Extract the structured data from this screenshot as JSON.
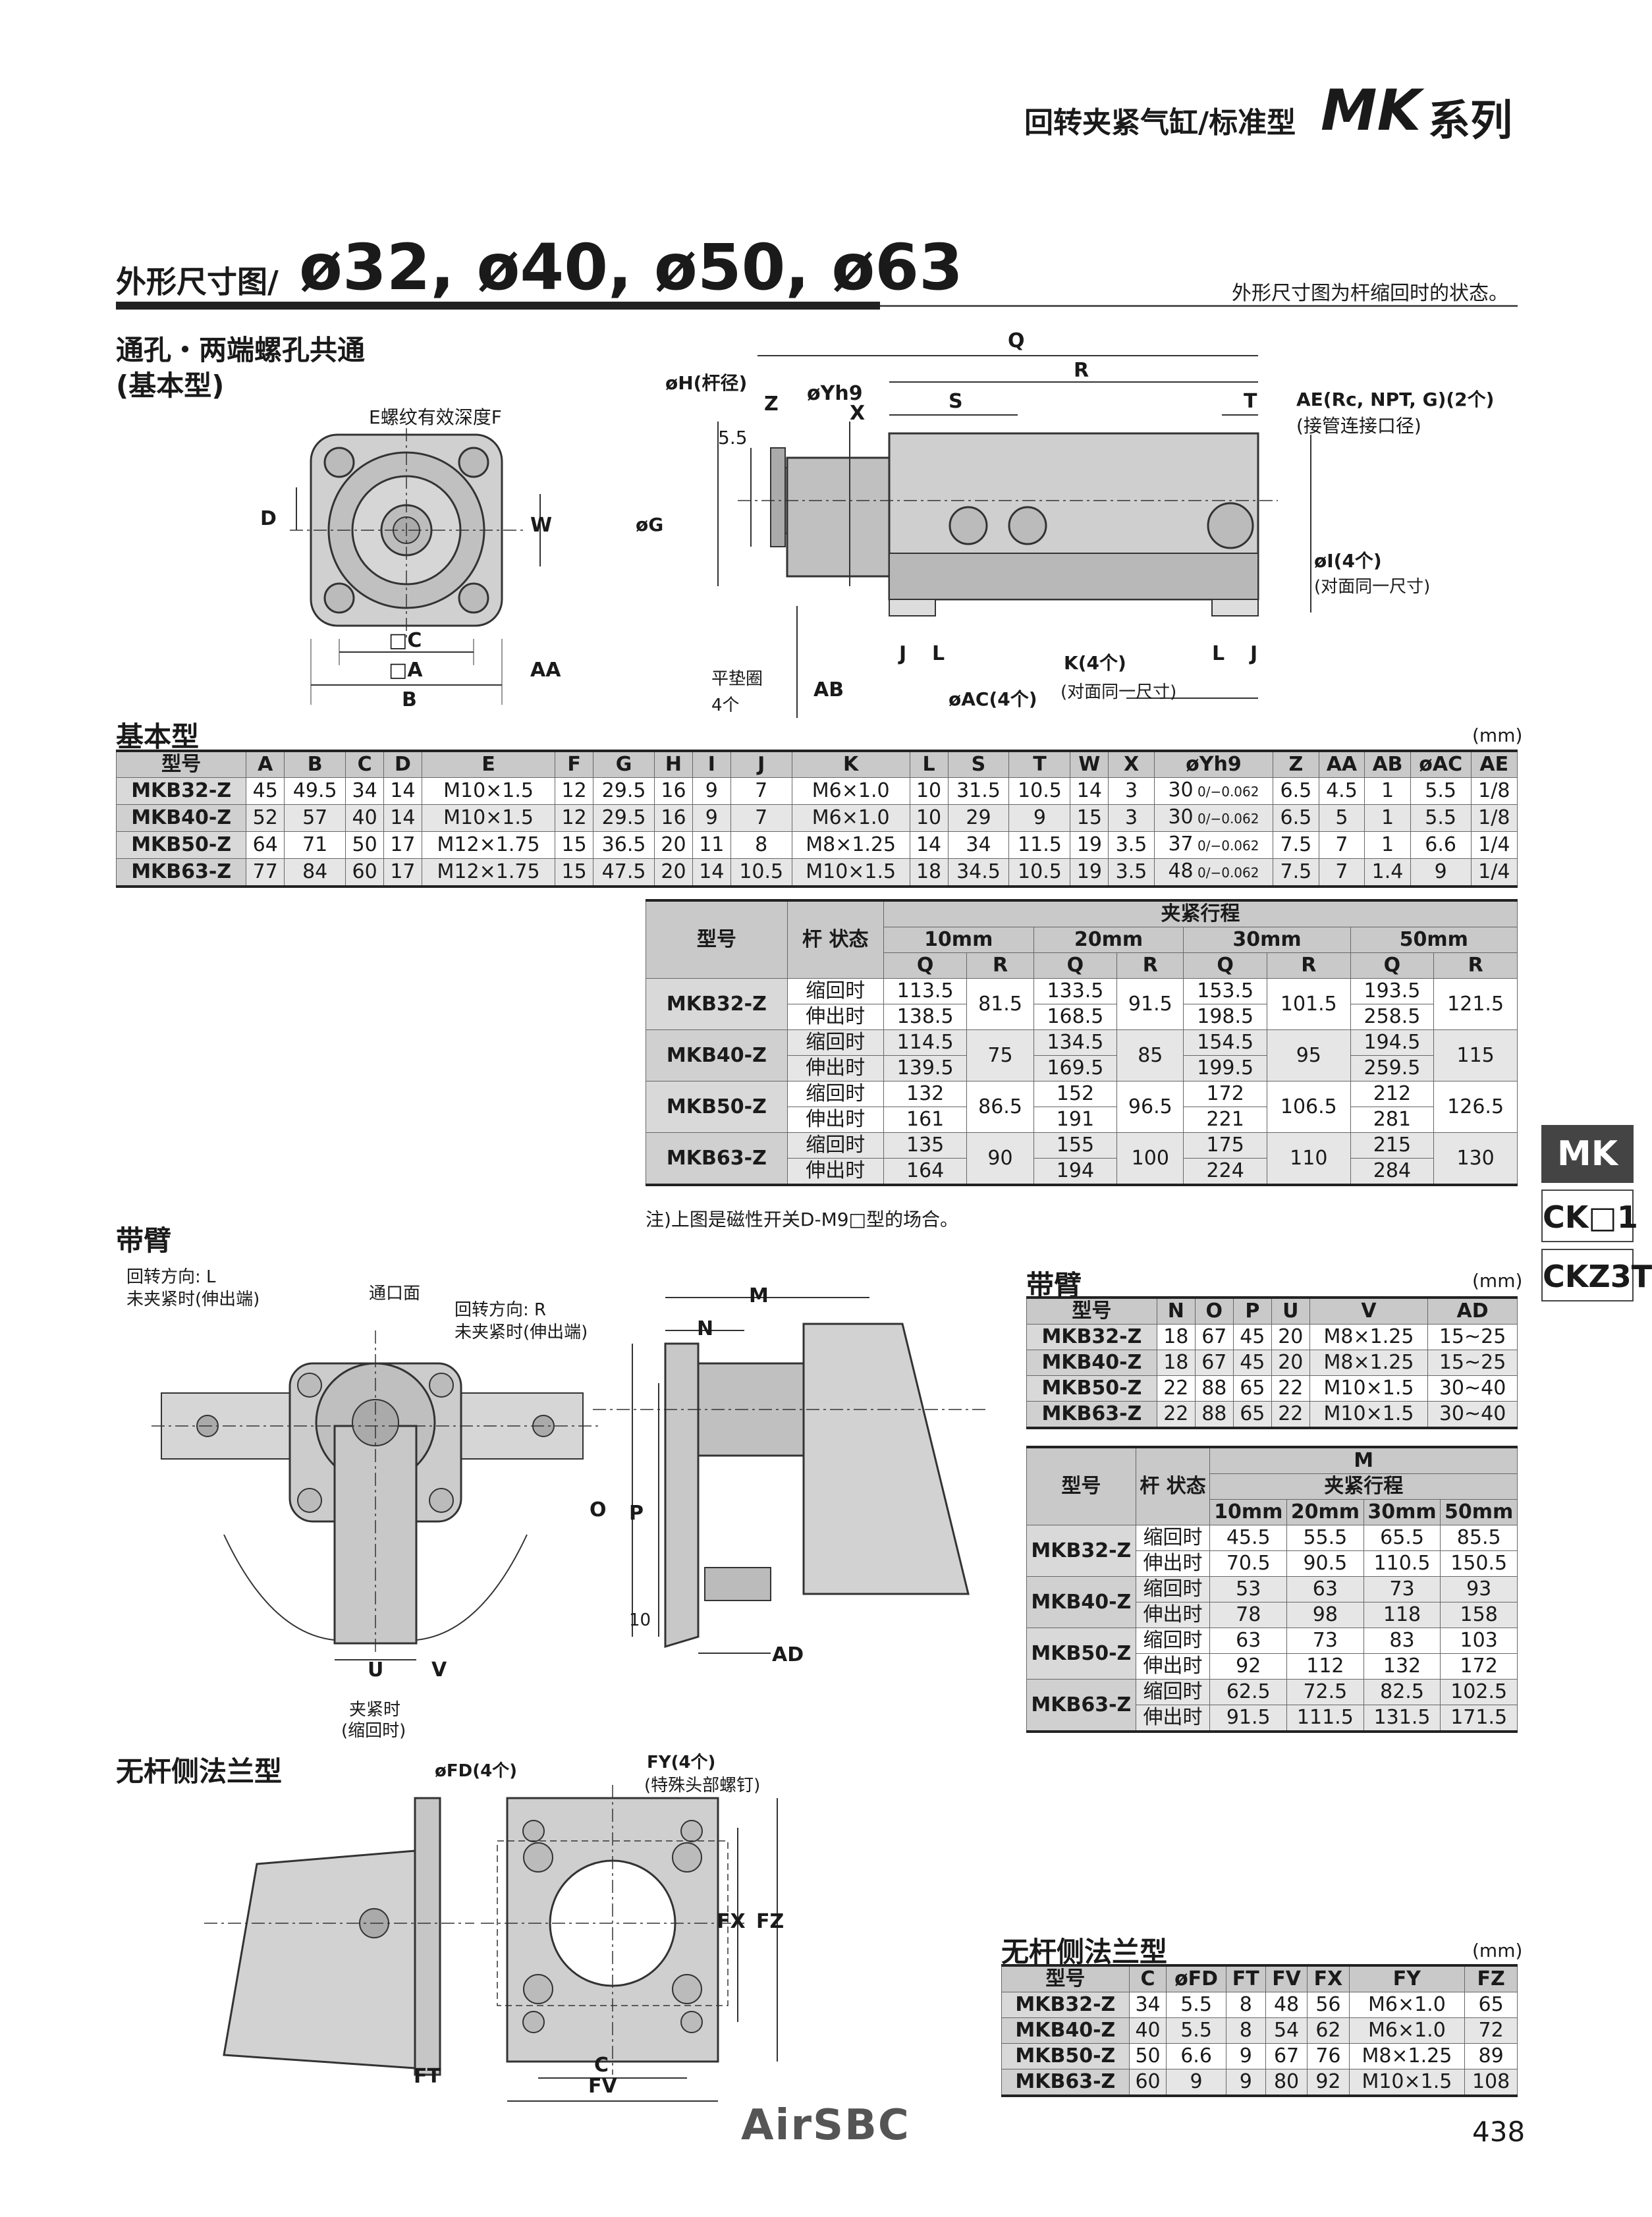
{
  "header": {
    "category": "回转夹紧气缸/标准型",
    "series_name": "MK",
    "series_suffix": "系列"
  },
  "title": {
    "prefix": "外形尺寸图/",
    "sizes": "ø32, ø40, ø50, ø63",
    "note": "外形尺寸图为杆缩回时的状态。"
  },
  "section_basic": {
    "line1": "通孔・两端螺孔共通",
    "line2": "(基本型)"
  },
  "basic_drawing": {
    "thread_label": "E螺纹有效深度F",
    "D": "D",
    "W": "W",
    "C": "□C",
    "A": "□A",
    "B": "B",
    "AA": "AA",
    "Q": "Q",
    "R": "R",
    "S": "S",
    "T": "T",
    "Z": "Z",
    "X": "X",
    "Yh9": "øYh9",
    "H": "øH(杆径)",
    "G": "øG",
    "dim55": "5.5",
    "AE": "AE(Rc, NPT, G)(2个)",
    "AE_note": "(接管连接口径)",
    "I": "øI(4个)",
    "I_note": "(对面同一尺寸)",
    "J": "J",
    "L": "L",
    "K": "K(4个)",
    "K_note": "(对面同一尺寸)",
    "washer": "平垫圈",
    "washer_qty": "4个",
    "AB": "AB",
    "AC": "øAC(4个)"
  },
  "basic_table": {
    "title": "基本型",
    "unit": "(mm)",
    "headers": [
      "型号",
      "A",
      "B",
      "C",
      "D",
      "E",
      "F",
      "G",
      "H",
      "I",
      "J",
      "K",
      "L",
      "S",
      "T",
      "W",
      "X",
      "øYh9",
      "Z",
      "AA",
      "AB",
      "øAC",
      "AE"
    ],
    "rows": [
      [
        "MKB32-Z",
        "45",
        "49.5",
        "34",
        "14",
        "M10×1.5",
        "12",
        "29.5",
        "16",
        "9",
        "7",
        "M6×1.0",
        "10",
        "31.5",
        "10.5",
        "14",
        "3",
        "30",
        "6.5",
        "4.5",
        "1",
        "5.5",
        "1/8"
      ],
      [
        "MKB40-Z",
        "52",
        "57",
        "40",
        "14",
        "M10×1.5",
        "12",
        "29.5",
        "16",
        "9",
        "7",
        "M6×1.0",
        "10",
        "29",
        "9",
        "15",
        "3",
        "30",
        "6.5",
        "5",
        "1",
        "5.5",
        "1/8"
      ],
      [
        "MKB50-Z",
        "64",
        "71",
        "50",
        "17",
        "M12×1.75",
        "15",
        "36.5",
        "20",
        "11",
        "8",
        "M8×1.25",
        "14",
        "34",
        "11.5",
        "19",
        "3.5",
        "37",
        "7.5",
        "7",
        "1",
        "6.6",
        "1/4"
      ],
      [
        "MKB63-Z",
        "77",
        "84",
        "60",
        "17",
        "M12×1.75",
        "15",
        "47.5",
        "20",
        "14",
        "10.5",
        "M10×1.5",
        "18",
        "34.5",
        "10.5",
        "19",
        "3.5",
        "48",
        "7.5",
        "7",
        "1.4",
        "9",
        "1/4"
      ]
    ],
    "tol_upper": "0",
    "tol_lower": "−0.062"
  },
  "stroke_table": {
    "h_model": "型号",
    "h_rod": "杆",
    "h_rod2": "状态",
    "h_stroke": "夹紧行程",
    "strokes": [
      "10mm",
      "20mm",
      "30mm",
      "50mm"
    ],
    "q": "Q",
    "r": "R",
    "retract": "缩回时",
    "extend": "伸出时",
    "rows": [
      {
        "model": "MKB32-Z",
        "q_ret": [
          "113.5",
          "133.5",
          "153.5",
          "193.5"
        ],
        "q_ext": [
          "138.5",
          "168.5",
          "198.5",
          "258.5"
        ],
        "r": [
          "81.5",
          "91.5",
          "101.5",
          "121.5"
        ]
      },
      {
        "model": "MKB40-Z",
        "q_ret": [
          "114.5",
          "134.5",
          "154.5",
          "194.5"
        ],
        "q_ext": [
          "139.5",
          "169.5",
          "199.5",
          "259.5"
        ],
        "r": [
          "75",
          "85",
          "95",
          "115"
        ]
      },
      {
        "model": "MKB50-Z",
        "q_ret": [
          "132",
          "152",
          "172",
          "212"
        ],
        "q_ext": [
          "161",
          "191",
          "221",
          "281"
        ],
        "r": [
          "86.5",
          "96.5",
          "106.5",
          "126.5"
        ]
      },
      {
        "model": "MKB63-Z",
        "q_ret": [
          "135",
          "155",
          "175",
          "215"
        ],
        "q_ext": [
          "164",
          "194",
          "224",
          "284"
        ],
        "r": [
          "90",
          "100",
          "110",
          "130"
        ]
      }
    ],
    "note": "注)上图是磁性开关D-M9□型的场合。"
  },
  "section_arm": {
    "title": "带臂",
    "dir_l": "回转方向: L",
    "dir_l2": "未夹紧时(伸出端)",
    "port": "通口面",
    "dir_r": "回转方向: R",
    "dir_r2": "未夹紧时(伸出端)",
    "clamp": "夹紧时",
    "clamp2": "(缩回时)",
    "U": "U",
    "V": "V",
    "M": "M",
    "N": "N",
    "O": "O",
    "P": "P",
    "AD": "AD",
    "d10": "10"
  },
  "arm_table": {
    "title": "带臂",
    "unit": "(mm)",
    "headers": [
      "型号",
      "N",
      "O",
      "P",
      "U",
      "V",
      "AD"
    ],
    "rows": [
      [
        "MKB32-Z",
        "18",
        "67",
        "45",
        "20",
        "M8×1.25",
        "15~25"
      ],
      [
        "MKB40-Z",
        "18",
        "67",
        "45",
        "20",
        "M8×1.25",
        "15~25"
      ],
      [
        "MKB50-Z",
        "22",
        "88",
        "65",
        "22",
        "M10×1.5",
        "30~40"
      ],
      [
        "MKB63-Z",
        "22",
        "88",
        "65",
        "22",
        "M10×1.5",
        "30~40"
      ]
    ]
  },
  "m_table": {
    "h_model": "型号",
    "h_rod": "杆",
    "h_rod2": "状态",
    "h_m": "M",
    "h_stroke": "夹紧行程",
    "strokes": [
      "10mm",
      "20mm",
      "30mm",
      "50mm"
    ],
    "retract": "缩回时",
    "extend": "伸出时",
    "rows": [
      {
        "model": "MKB32-Z",
        "ret": [
          "45.5",
          "55.5",
          "65.5",
          "85.5"
        ],
        "ext": [
          "70.5",
          "90.5",
          "110.5",
          "150.5"
        ]
      },
      {
        "model": "MKB40-Z",
        "ret": [
          "53",
          "63",
          "73",
          "93"
        ],
        "ext": [
          "78",
          "98",
          "118",
          "158"
        ]
      },
      {
        "model": "MKB50-Z",
        "ret": [
          "63",
          "73",
          "83",
          "103"
        ],
        "ext": [
          "92",
          "112",
          "132",
          "172"
        ]
      },
      {
        "model": "MKB63-Z",
        "ret": [
          "62.5",
          "72.5",
          "82.5",
          "102.5"
        ],
        "ext": [
          "91.5",
          "111.5",
          "131.5",
          "171.5"
        ]
      }
    ]
  },
  "section_flange": {
    "title": "无杆侧法兰型",
    "FD": "øFD(4个)",
    "FY": "FY(4个)",
    "FY_note": "(特殊头部螺钉)",
    "FX": "FX",
    "FZ": "FZ",
    "C": "C",
    "FV": "FV",
    "FT": "FT"
  },
  "flange_table": {
    "title": "无杆侧法兰型",
    "unit": "(mm)",
    "headers": [
      "型号",
      "C",
      "øFD",
      "FT",
      "FV",
      "FX",
      "FY",
      "FZ"
    ],
    "rows": [
      [
        "MKB32-Z",
        "34",
        "5.5",
        "8",
        "48",
        "56",
        "M6×1.0",
        "65"
      ],
      [
        "MKB40-Z",
        "40",
        "5.5",
        "8",
        "54",
        "62",
        "M6×1.0",
        "72"
      ],
      [
        "MKB50-Z",
        "50",
        "6.6",
        "9",
        "67",
        "76",
        "M8×1.25",
        "89"
      ],
      [
        "MKB63-Z",
        "60",
        "9",
        "9",
        "80",
        "92",
        "M10×1.5",
        "108"
      ]
    ]
  },
  "side_tabs": [
    "MK",
    "CK□1",
    "CKZ3T"
  ],
  "footer": {
    "logo": "AirSBC",
    "page": "438"
  }
}
